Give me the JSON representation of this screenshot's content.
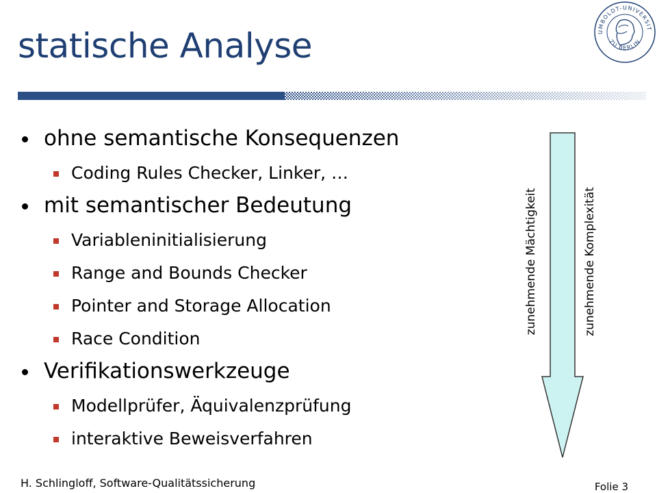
{
  "slide": {
    "title": "statische Analyse",
    "logo": {
      "text_top": "HUMBOLDT-UNIVERSITÄT",
      "text_bottom": "ZU BERLIN"
    },
    "bullets": [
      {
        "text": "ohne semantische Konsequenzen",
        "sub": [
          "Coding Rules Checker, Linker, …"
        ]
      },
      {
        "text": "mit semantischer Bedeutung",
        "sub": [
          "Variableninitialisierung",
          "Range and Bounds Checker",
          "Pointer and Storage Allocation",
          "Race Condition"
        ]
      },
      {
        "text": "Verifikationswerkzeuge",
        "sub": [
          "Modellprüfer, Äquivalenzprüfung",
          "interaktive Beweisverfahren"
        ]
      }
    ],
    "arrow": {
      "label_left": "zunehmende Mächtigkeit",
      "label_right": "zunehmende Komplexität",
      "fill_color": "#ccf2f2"
    },
    "footer": {
      "author": "H. Schlingloff, Software-Qualitätssicherung",
      "slide_number": "Folie 3"
    },
    "colors": {
      "title": "#1f3f73",
      "accent_bar": "#2c4f86",
      "sub_bullet": "#c0392b"
    }
  }
}
